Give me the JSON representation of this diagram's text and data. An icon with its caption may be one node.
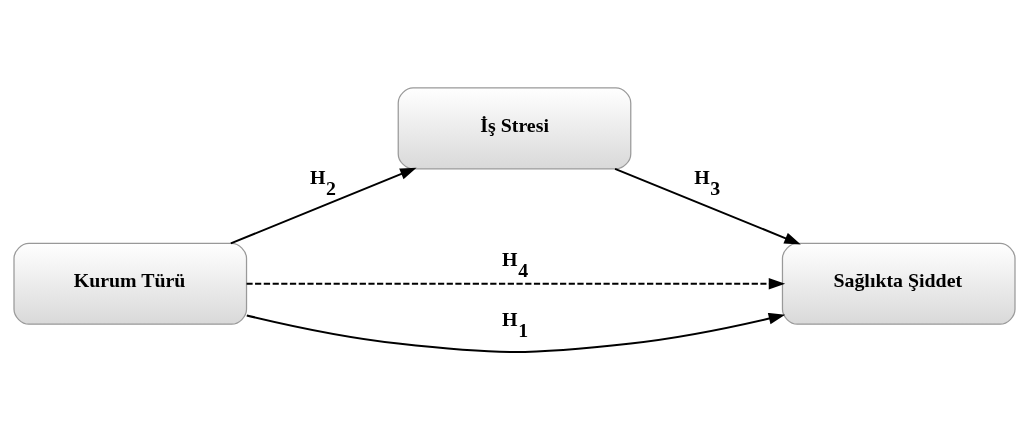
{
  "diagram": {
    "nodes": [
      {
        "text": [
          "Kurum Türü"
        ]
      },
      {
        "text": [
          "İş Stresi"
        ]
      },
      {
        "text": [
          "Sağlıkta Şiddet"
        ]
      }
    ],
    "edges": [
      {
        "from": 0,
        "to": 1,
        "arrow": "to",
        "label": "H$_{2}$"
      },
      {
        "from": 1,
        "to": 2,
        "arrow": "to",
        "label": "H$_{3}$"
      },
      {
        "from": 0,
        "to": 2,
        "arrow": "to",
        "label": "H$_{4}$",
        "style": "dashed"
      },
      {
        "from": 0,
        "to": 2,
        "arrow": "to",
        "label": "H$_{1}$"
      }
    ]
  }
}
